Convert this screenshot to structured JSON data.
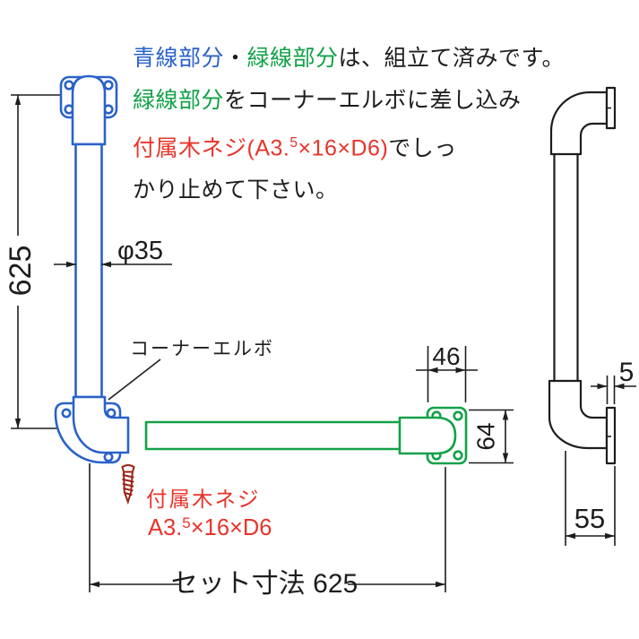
{
  "colors": {
    "blue": "#2a62c8",
    "green": "#12a148",
    "red": "#e8342a",
    "screw_red": "#9b2317",
    "line": "#1d1d1d"
  },
  "instructions": {
    "line1_blue": "青線部分",
    "line1_sep": "・",
    "line1_green": "緑線部分",
    "line1_rest": "は、組立て済みです。",
    "line2_green": "緑線部分",
    "line2_rest": "をコーナーエルボに差し込み",
    "line3_red_pre": "付属木ネジ(A3.",
    "line3_red_sup": "5",
    "line3_red_post": "×16×D6)",
    "line3_rest": "でしっ",
    "line4": "かり止めて下さい。"
  },
  "labels": {
    "corner_elbow": "コーナーエルボ",
    "screw_name": "付属木ネジ",
    "screw_spec_pre": "A3.",
    "screw_spec_sup": "5",
    "screw_spec_post": "×16×D6"
  },
  "dimensions": {
    "bar_height": "625",
    "bar_diameter": "φ35",
    "flange_width": "46",
    "flange_height": "64",
    "plate_thickness": "5",
    "wall_offset": "55",
    "set_width": "セット寸法 625"
  }
}
